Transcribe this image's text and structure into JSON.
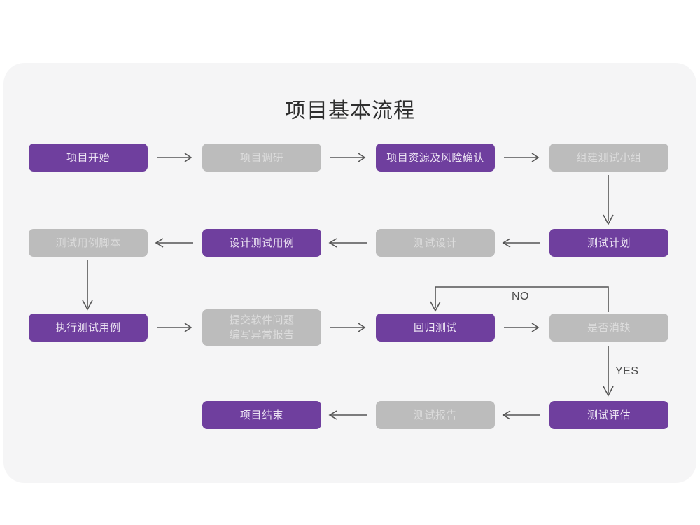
{
  "title": "项目基本流程",
  "colors": {
    "page_background": "#ffffff",
    "card_background": "#f5f5f6",
    "purple": "#6f3f9e",
    "purple_text": "#ece4f3",
    "gray": "#bcbcbc",
    "gray_text": "#dcdcdc",
    "connector": "#555555",
    "title_text": "#2f2f2f"
  },
  "nodes": [
    {
      "id": "n1",
      "label": "项目开始",
      "style": "purple"
    },
    {
      "id": "n2",
      "label": "项目调研",
      "style": "gray"
    },
    {
      "id": "n3",
      "label": "项目资源及风险确认",
      "style": "purple"
    },
    {
      "id": "n4",
      "label": "组建测试小组",
      "style": "gray"
    },
    {
      "id": "n5",
      "label": "测试计划",
      "style": "purple"
    },
    {
      "id": "n6",
      "label": "测试设计",
      "style": "gray"
    },
    {
      "id": "n7",
      "label": "设计测试用例",
      "style": "purple"
    },
    {
      "id": "n8",
      "label": "测试用例脚本",
      "style": "gray"
    },
    {
      "id": "n9",
      "label": "执行测试用例",
      "style": "purple"
    },
    {
      "id": "n10",
      "label": "提交软件问题\n编写异常报告",
      "style": "gray"
    },
    {
      "id": "n11",
      "label": "回归测试",
      "style": "purple"
    },
    {
      "id": "n12",
      "label": "是否消缺",
      "style": "gray"
    },
    {
      "id": "n13",
      "label": "测试评估",
      "style": "purple"
    },
    {
      "id": "n14",
      "label": "测试报告",
      "style": "gray"
    },
    {
      "id": "n15",
      "label": "项目结束",
      "style": "purple"
    }
  ],
  "edge_labels": {
    "no": "NO",
    "yes": "YES"
  }
}
